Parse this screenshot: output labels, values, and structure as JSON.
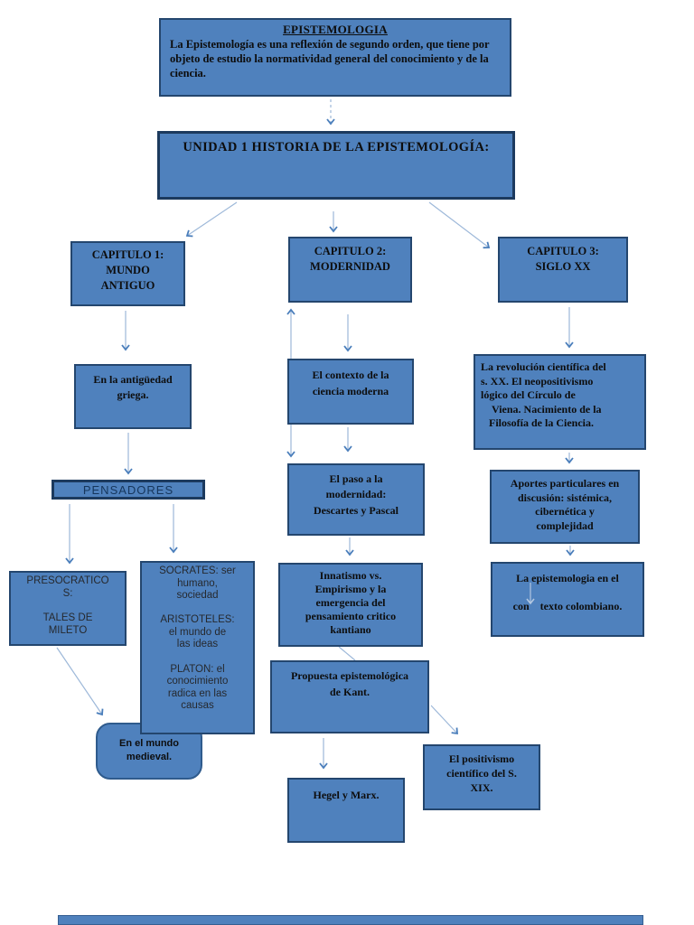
{
  "diagram": {
    "root": {
      "title": "EPISTEMOLOGIA",
      "body": "La Epistemología es una reflexión de segundo orden, que tiene por objeto de estudio la normatividad general del conocimiento y de la ciencia."
    },
    "unidad": "UNIDAD 1 HISTORIA DE LA EPISTEMOLOGÍA:",
    "capitulo1": "CAPITULO 1:\nMUNDO\nANTIGUO",
    "capitulo2": "CAPITULO 2:\nMODERNIDAD",
    "capitulo3": "CAPITULO 3:\nSIGLO XX",
    "antiguedad": "En la antigüedad\ngriega.",
    "pensadores": "PENSADORES",
    "presocraticos": "PRESOCRATICO\nS:\n\nTALES DE\nMILETO",
    "socrates": "SOCRATES: ser\nhumano,\nsociedad\n\nARISTOTELES:\nel mundo de\nlas ideas\n\nPLATON: el\nconocimiento\nradica en las\ncausas",
    "medieval": "En el mundo\nmedieval.",
    "contexto": "El contexto de la\nciencia moderna",
    "paso": "El paso a la\nmodernidad:\nDescartes y Pascal",
    "innatismo": "Innatismo vs.\nEmpirismo y la\nemergencia del\npensamiento critico\nkantiano",
    "propuesta": "Propuesta epistemológica\nde Kant.",
    "hegel": "Hegel y Marx.",
    "positivismo": "El positivismo\ncientífico del S.\nXIX.",
    "revolucion": "La revolución científica del\ns. XX. El neopositivismo\nlógico del Círculo de\n    Viena. Nacimiento de la\n   Filosofía de la Ciencia.",
    "aportes": "Aportes particulares en\ndiscusión: sistémica,\ncibernética y\ncomplejidad",
    "colombiano": "La epistemologia en el\n\ncon    texto colombiano."
  },
  "colors": {
    "box_fill": "#4f81bd",
    "box_border": "#24466e",
    "arrow_line": "#9db8d9",
    "arrow_head": "#4a7ebb",
    "text": "#0d0d0d"
  }
}
